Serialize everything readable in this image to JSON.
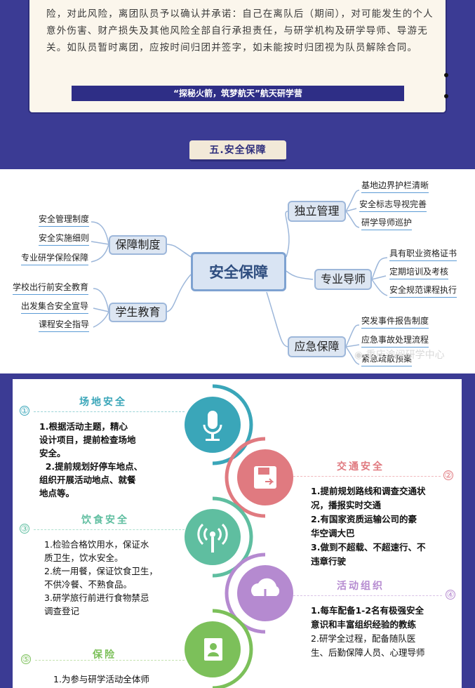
{
  "top": {
    "paragraph": "险，对此风险，离团队员予以确认并承诺：自己在离队后（期间），对可能发生的个人意外伤害、财产损失及其他风险全部自行承担责任，与研学机构及研学导师、导游无关。如队员暂时离团，应按时间归团并签字，如未能按时归团视为队员解除合同。",
    "banner": "“探秘火箭，筑梦航天”航天研学营"
  },
  "section_header": "五.安全保障",
  "mindmap": {
    "center": "安全保障",
    "branches": [
      {
        "label": "保障制度",
        "items": [
          "安全管理制度",
          "安全实施细则",
          "专业研学保险保障"
        ]
      },
      {
        "label": "学生教育",
        "items": [
          "学校出行前安全教育",
          "出发集合安全宣导",
          "课程安全指导"
        ]
      },
      {
        "label": "独立管理",
        "items": [
          "基地边界护栏清晰",
          "安全标志导视完善",
          "研学导师巡护"
        ]
      },
      {
        "label": "专业导师",
        "items": [
          "具有职业资格证书",
          "定期培训及考核",
          "安全规范课程执行"
        ]
      },
      {
        "label": "应急保障",
        "items": [
          "突发事件报告制度",
          "应急事故处理流程",
          "紧急疏散预案"
        ]
      }
    ],
    "watermark": "重庆渝阅研学中心"
  },
  "safety": [
    {
      "num": "①",
      "title": "场地安全",
      "color": "#3aa6b9",
      "icon": "microphone-icon",
      "lines": [
        "1.根据活动主题，精心",
        "设计项目，提前检查场地",
        "安全。",
        "  2.提前规划好停车地点、",
        "组织开展活动地点、就餐",
        "地点等。"
      ]
    },
    {
      "num": "②",
      "title": "交通安全",
      "color": "#e07a80",
      "icon": "floppy-icon",
      "lines": [
        "1.提前规划路线和调查交通状",
        "况，播报实时交通",
        "2.有国家资质运输公司的豪",
        "华空调大巴",
        "3.做到不超载、不超速行、不",
        "违章行驶"
      ]
    },
    {
      "num": "③",
      "title": "饮食安全",
      "color": "#5fbea0",
      "icon": "signal-icon",
      "lines": [
        "1.检验合格饮用水，保证水",
        "质卫生，饮水安全。",
        "2.统一用餐，保证饮食卫生，",
        "不供冷餐、不熟食品。",
        "3.研学旅行前进行食物禁忌",
        "调查登记"
      ]
    },
    {
      "num": "④",
      "title": "活动组织",
      "color": "#b58ad0",
      "icon": "cloud-download-icon",
      "lines": [
        "1.每车配备1-2名有极强安全",
        "意识和丰富组织经验的教练",
        "2.研学全过程，配备随队医",
        "生、后勤保障人员、心理导师"
      ]
    },
    {
      "num": "⑤",
      "title": "保险",
      "color": "#7cc05a",
      "icon": "contacts-icon",
      "lines": [
        "1.为参与研学活动全体师"
      ]
    }
  ]
}
